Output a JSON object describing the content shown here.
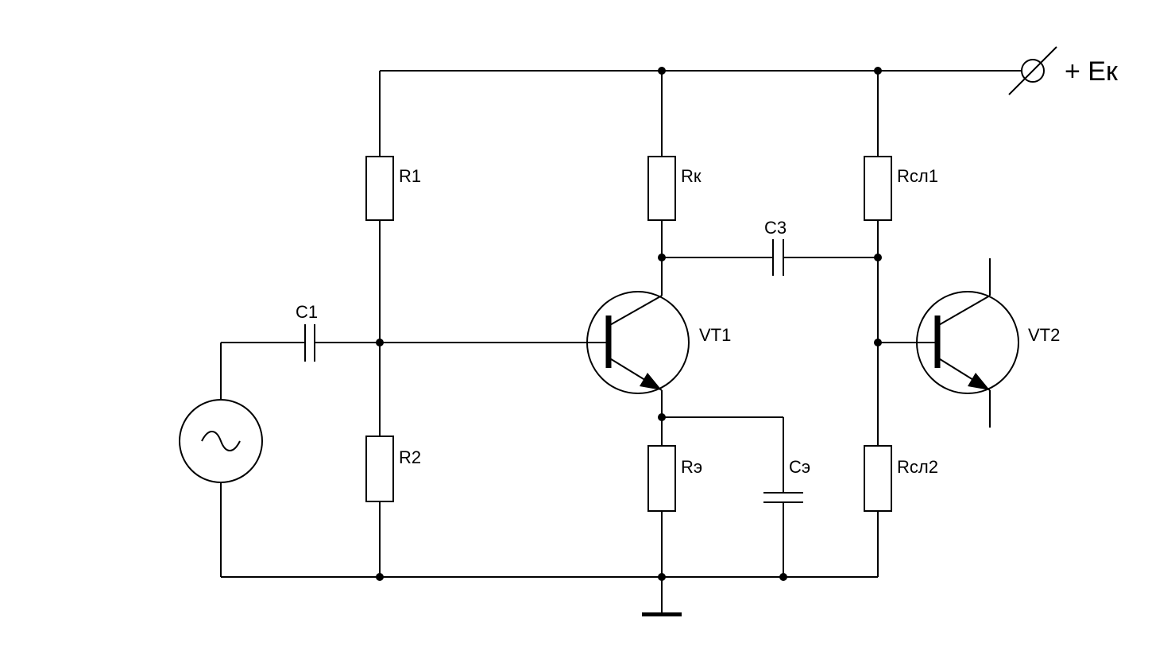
{
  "labels": {
    "supply": "+ Ек",
    "r1": "R1",
    "r2": "R2",
    "rk": "Rк",
    "re": "Rэ",
    "ce": "Cэ",
    "c1": "C1",
    "c3": "C3",
    "vt1": "VT1",
    "vt2": "VT2",
    "rsl1": "Rсл1",
    "rsl2": "Rсл2"
  }
}
